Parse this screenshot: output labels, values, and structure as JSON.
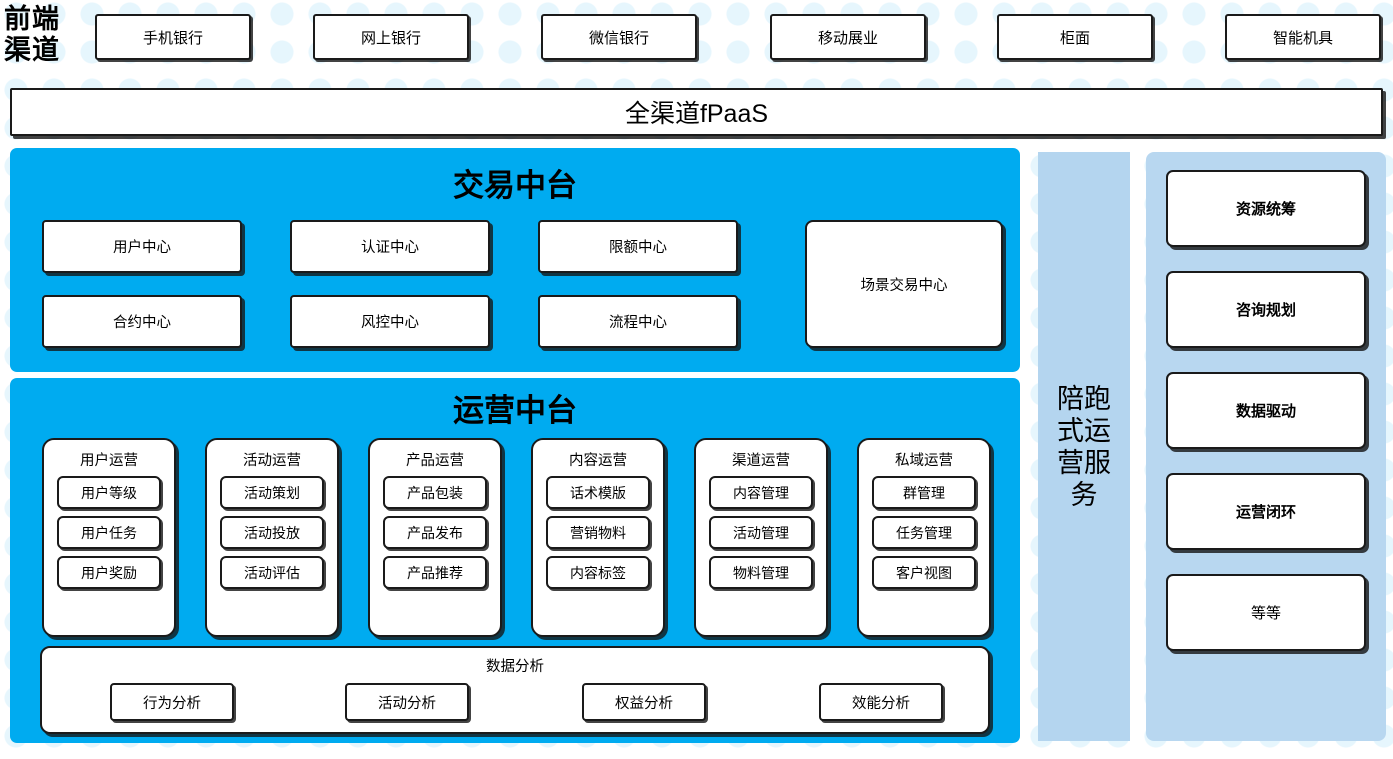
{
  "front_channel": {
    "label": "前端\n渠道",
    "label_line1": "前端",
    "label_line2": "渠道",
    "channels": [
      {
        "label": "手机银行"
      },
      {
        "label": "网上银行"
      },
      {
        "label": "微信银行"
      },
      {
        "label": "移动展业"
      },
      {
        "label": "柜面"
      },
      {
        "label": "智能机具"
      }
    ]
  },
  "fpaas": {
    "label": "全渠道fPaaS"
  },
  "trade_platform": {
    "title": "交易中台",
    "items": [
      {
        "label": "用户中心"
      },
      {
        "label": "认证中心"
      },
      {
        "label": "限额中心"
      },
      {
        "label": "合约中心"
      },
      {
        "label": "风控中心"
      },
      {
        "label": "流程中心"
      }
    ],
    "scene": {
      "label": "场景交易中心"
    }
  },
  "ops_platform": {
    "title": "运营中台",
    "groups": [
      {
        "title": "用户运营",
        "items": [
          "用户等级",
          "用户任务",
          "用户奖励"
        ]
      },
      {
        "title": "活动运营",
        "items": [
          "活动策划",
          "活动投放",
          "活动评估"
        ]
      },
      {
        "title": "产品运营",
        "items": [
          "产品包装",
          "产品发布",
          "产品推荐"
        ]
      },
      {
        "title": "内容运营",
        "items": [
          "话术模版",
          "营销物料",
          "内容标签"
        ]
      },
      {
        "title": "渠道运营",
        "items": [
          "内容管理",
          "活动管理",
          "物料管理"
        ]
      },
      {
        "title": "私域运营",
        "items": [
          "群管理",
          "任务管理",
          "客户视图"
        ]
      }
    ],
    "data_analysis": {
      "title": "数据分析",
      "items": [
        "行为分析",
        "活动分析",
        "权益分析",
        "效能分析"
      ]
    }
  },
  "service_column": {
    "label": "陪跑式运营服务"
  },
  "right_panel": {
    "items": [
      {
        "label": "资源统筹",
        "bold": true
      },
      {
        "label": "咨询规划",
        "bold": true
      },
      {
        "label": "数据驱动",
        "bold": true
      },
      {
        "label": "运营闭环",
        "bold": true
      },
      {
        "label": "等等",
        "bold": false
      }
    ]
  },
  "colors": {
    "platform_cyan": "#00abf0",
    "service_column_blue": "#b4d5ef",
    "right_panel_blue": "#b8d7f0",
    "dot_blue": "#e6f6fd",
    "card_border": "#1a1a1a",
    "card_bg": "#ffffff"
  }
}
